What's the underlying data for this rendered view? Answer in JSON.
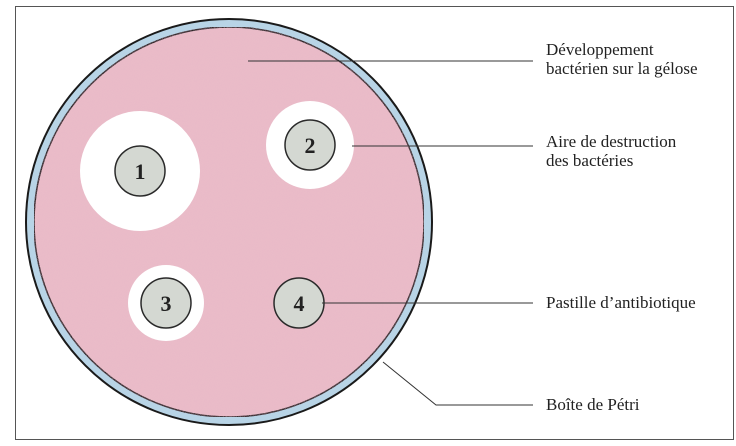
{
  "labels": {
    "growth": {
      "line1": "Développement",
      "line2": "bactérien sur la gélose"
    },
    "inhibition": {
      "line1": "Aire de destruction",
      "line2": "des bactéries"
    },
    "disk": "Pastille d’antibiotique",
    "petri": "Boîte de Pétri"
  },
  "disks": [
    {
      "number": "1"
    },
    {
      "number": "2"
    },
    {
      "number": "3"
    },
    {
      "number": "4"
    }
  ],
  "colors": {
    "agar": "#eabcc9",
    "rim": "#b8d4e6",
    "disk": "#d4d8d2",
    "zone": "#ffffff",
    "line": "#333333"
  }
}
